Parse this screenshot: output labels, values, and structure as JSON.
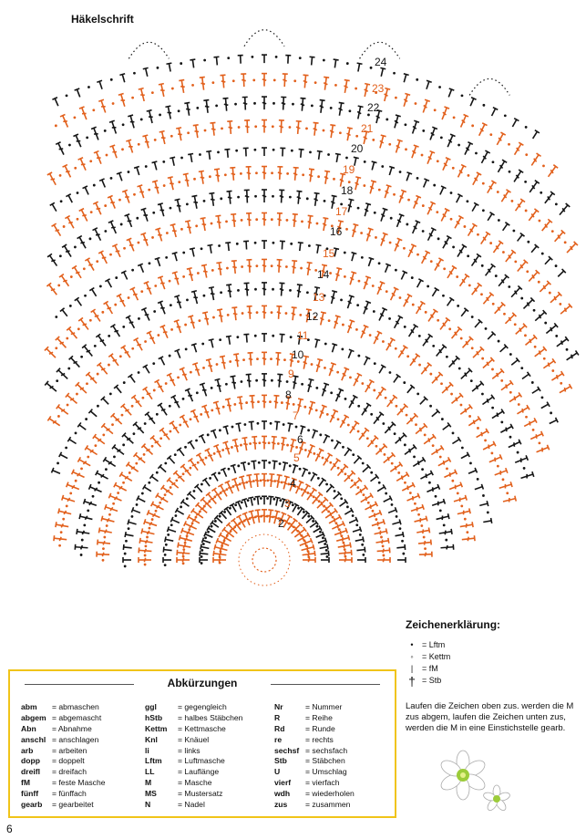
{
  "page": {
    "title": "Häkelschrift",
    "page_number": "6"
  },
  "row_numbers": [
    "2",
    "3",
    "4",
    "5",
    "6",
    "7",
    "8",
    "9",
    "10",
    "11",
    "12",
    "13",
    "14",
    "15",
    "16",
    "17",
    "18",
    "19",
    "20",
    "21",
    "22",
    "23",
    "24"
  ],
  "colors": {
    "orange": "#e2601c",
    "black": "#151515",
    "box_border": "#f0c419"
  },
  "legend": {
    "title": "Zeichenerklärung:",
    "items": [
      {
        "symbol": "dot-icon",
        "label": "= Lftm"
      },
      {
        "symbol": "slip-stitch-icon",
        "label": "= Kettm"
      },
      {
        "symbol": "single-crochet-icon",
        "label": "= fM"
      },
      {
        "symbol": "double-crochet-icon",
        "label": "= Stb"
      }
    ],
    "note": "Laufen die Zeichen oben zus. werden die M zus abgem, laufen die Zeichen unten zus, werden die M in eine Einstichstelle gearb."
  },
  "abbreviations": {
    "title": "Abkürzungen",
    "columns": [
      [
        [
          "abm",
          "= abmaschen"
        ],
        [
          "abgem",
          "= abgemascht"
        ],
        [
          "Abn",
          "= Abnahme"
        ],
        [
          "anschl",
          "= anschlagen"
        ],
        [
          "arb",
          "= arbeiten"
        ],
        [
          "dopp",
          "= doppelt"
        ],
        [
          "dreifl",
          "= dreifach"
        ],
        [
          "fM",
          "= feste Masche"
        ],
        [
          "fünff",
          "= fünffach"
        ],
        [
          "gearb",
          "= gearbeitet"
        ]
      ],
      [
        [
          "ggl",
          "= gegengleich"
        ],
        [
          "hStb",
          "= halbes Stäbchen"
        ],
        [
          "Kettm",
          "= Kettmasche"
        ],
        [
          "Knl",
          "= Knäuel"
        ],
        [
          "li",
          "= links"
        ],
        [
          "Lftm",
          "= Luftmasche"
        ],
        [
          "LL",
          "= Lauflänge"
        ],
        [
          "M",
          "= Masche"
        ],
        [
          "MS",
          "= Mustersatz"
        ],
        [
          "N",
          "= Nadel"
        ]
      ],
      [
        [
          "Nr",
          "= Nummer"
        ],
        [
          "R",
          "= Reihe"
        ],
        [
          "Rd",
          "= Runde"
        ],
        [
          "re",
          "= rechts"
        ],
        [
          "sechsf",
          "= sechsfach"
        ],
        [
          "Stb",
          "= Stäbchen"
        ],
        [
          "U",
          "= Umschlag"
        ],
        [
          "vierf",
          "= vierfach"
        ],
        [
          "wdh",
          "= wiederholen"
        ],
        [
          "zus",
          "= zusammen"
        ]
      ]
    ]
  }
}
